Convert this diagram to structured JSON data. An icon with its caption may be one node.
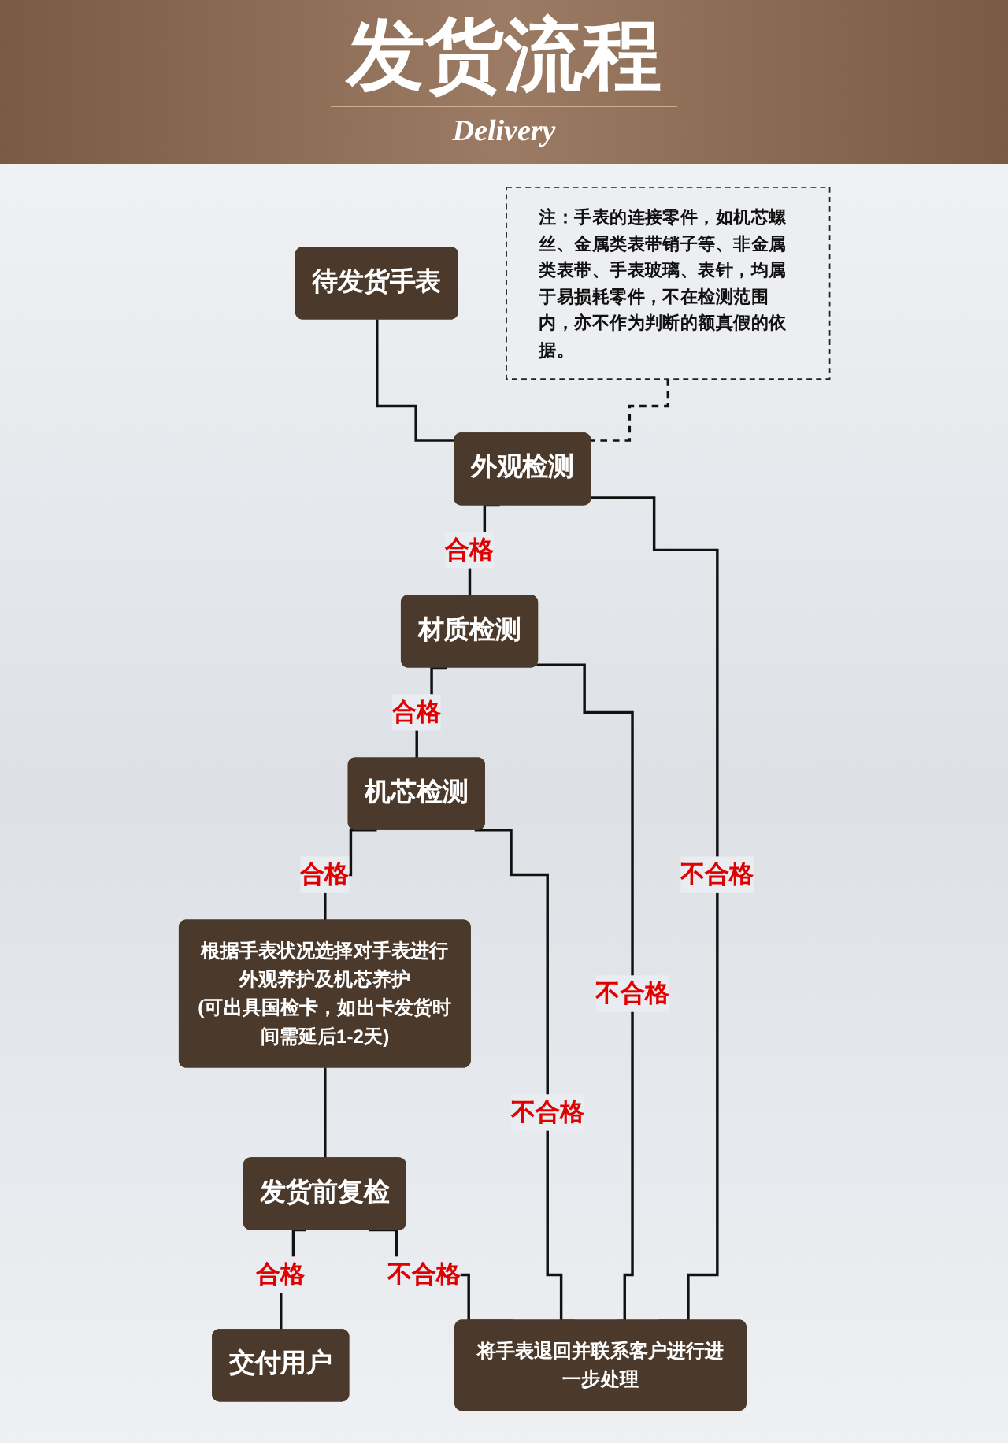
{
  "diagram": {
    "title": "发货流程",
    "nodes": [
      {
        "text": [
          "待发货手表"
        ]
      },
      {
        "text": [
          "外观检测"
        ]
      },
      {
        "text": [
          "材质检测"
        ]
      },
      {
        "text": [
          "机芯检测"
        ]
      },
      {
        "text": [
          "根据手表状况选择对手表进行外观养护及机芯养护",
          "(可出具国检卡，如出卡发货时间需延后1-2天)"
        ]
      },
      {
        "text": [
          "发货前复检"
        ]
      },
      {
        "text": [
          "交付用户"
        ]
      },
      {
        "text": [
          "将手表退回并联系客户进行进一步处理"
        ]
      },
      {
        "text": [
          "注：手表的连接零件，如机芯螺丝、金属类表带销子等、非金属类表带、手表玻璃、表针，均属于易损耗零件，不在检测范围内，亦不作为判断的额真假的依据。"
        ]
      }
    ],
    "edges": [
      {
        "from": 0,
        "to": 1,
        "arrow": "none"
      },
      {
        "from": 1,
        "to": 2,
        "arrow": "none",
        "label": "合格"
      },
      {
        "from": 2,
        "to": 3,
        "arrow": "none",
        "label": "合格"
      },
      {
        "from": 3,
        "to": 4,
        "arrow": "none",
        "label": "合格"
      },
      {
        "from": 4,
        "to": 5,
        "arrow": "none"
      },
      {
        "from": 5,
        "to": 6,
        "arrow": "none",
        "label": "合格"
      },
      {
        "from": 1,
        "to": 7,
        "arrow": "none",
        "label": "不合格"
      },
      {
        "from": 2,
        "to": 7,
        "arrow": "none",
        "label": "不合格"
      },
      {
        "from": 3,
        "to": 7,
        "arrow": "none",
        "label": "不合格"
      },
      {
        "from": 5,
        "to": 7,
        "arrow": "none",
        "label": "不合格"
      },
      {
        "from": 8,
        "to": 1,
        "arrow": "none",
        "style": "dashed"
      }
    ],
    "labels": [
      "Delivery"
    ]
  }
}
